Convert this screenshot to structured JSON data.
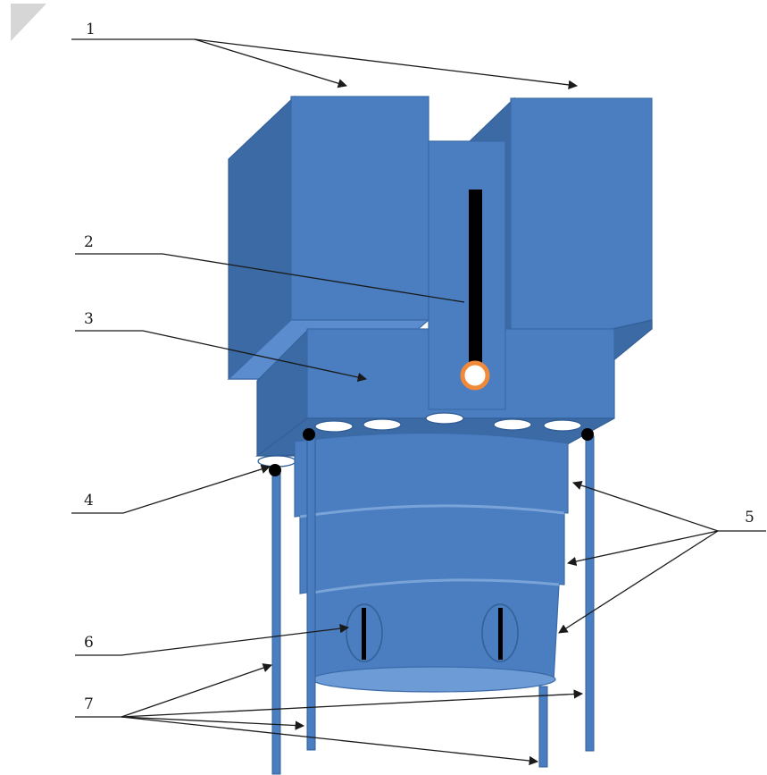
{
  "labels": {
    "l1": "1",
    "l2": "2",
    "l3": "3",
    "l4": "4",
    "l5": "5",
    "l6": "6",
    "l7": "7"
  },
  "colors": {
    "body_blue": "#4a7ec0",
    "side_blue": "#3b6aa5",
    "slot_black": "#000000",
    "light_ring": "#f08a3a",
    "hole_white": "#ffffff"
  }
}
